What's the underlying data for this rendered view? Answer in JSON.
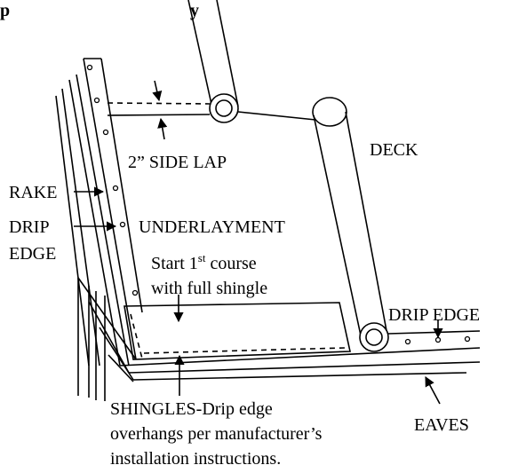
{
  "diagram": {
    "title_fragment": "p",
    "title_fragment_end": "y",
    "labels": {
      "deck": "DECK",
      "side_lap": "2” SIDE LAP",
      "rake": "RAKE",
      "drip": "DRIP",
      "edge": "EDGE",
      "underlayment": "UNDERLAYMENT",
      "start_line1_pre": "Start 1",
      "start_line1_sup": "st",
      "start_line1_post": " course",
      "start_line2": "with full shingle",
      "drip_edge_right": "DRIP EDGE",
      "shingles_line1": "SHINGLES-Drip edge",
      "shingles_line2": "overhangs per manufacturer’s",
      "shingles_line3": "installation instructions.",
      "eaves": "EAVES"
    }
  }
}
